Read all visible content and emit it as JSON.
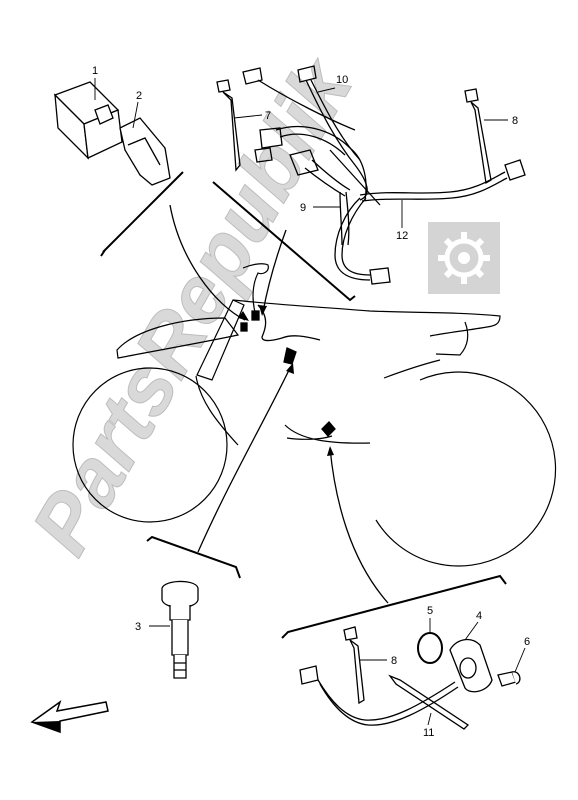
{
  "watermark": {
    "text": "PartsRepublik",
    "icon": "gear-icon",
    "color": "#d9d9d9"
  },
  "callouts": [
    "1",
    "2",
    "3",
    "4",
    "5",
    "6",
    "7",
    "8",
    "8",
    "9",
    "10",
    "11",
    "12"
  ],
  "direction_arrow": {
    "icon": "arrow-left-icon",
    "direction": "front"
  },
  "line_color": "#000000"
}
